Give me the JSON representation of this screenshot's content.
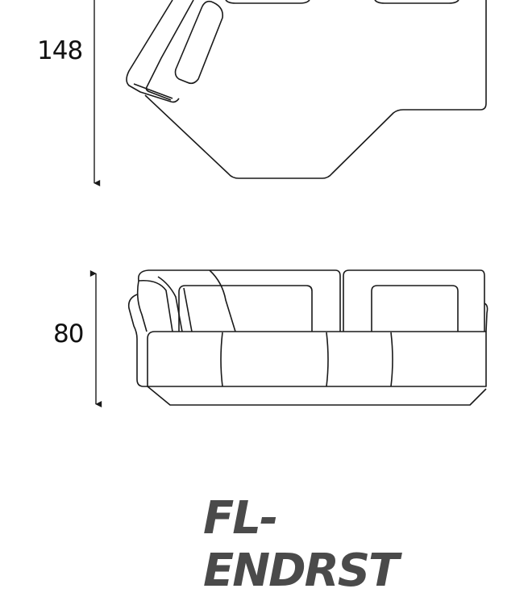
{
  "dimensions": {
    "depth_label": "148",
    "height_label": "80"
  },
  "product": {
    "code": "FL-ENDRST",
    "code_color": "#4a4a4a"
  },
  "line_color": "#1a1a1a"
}
